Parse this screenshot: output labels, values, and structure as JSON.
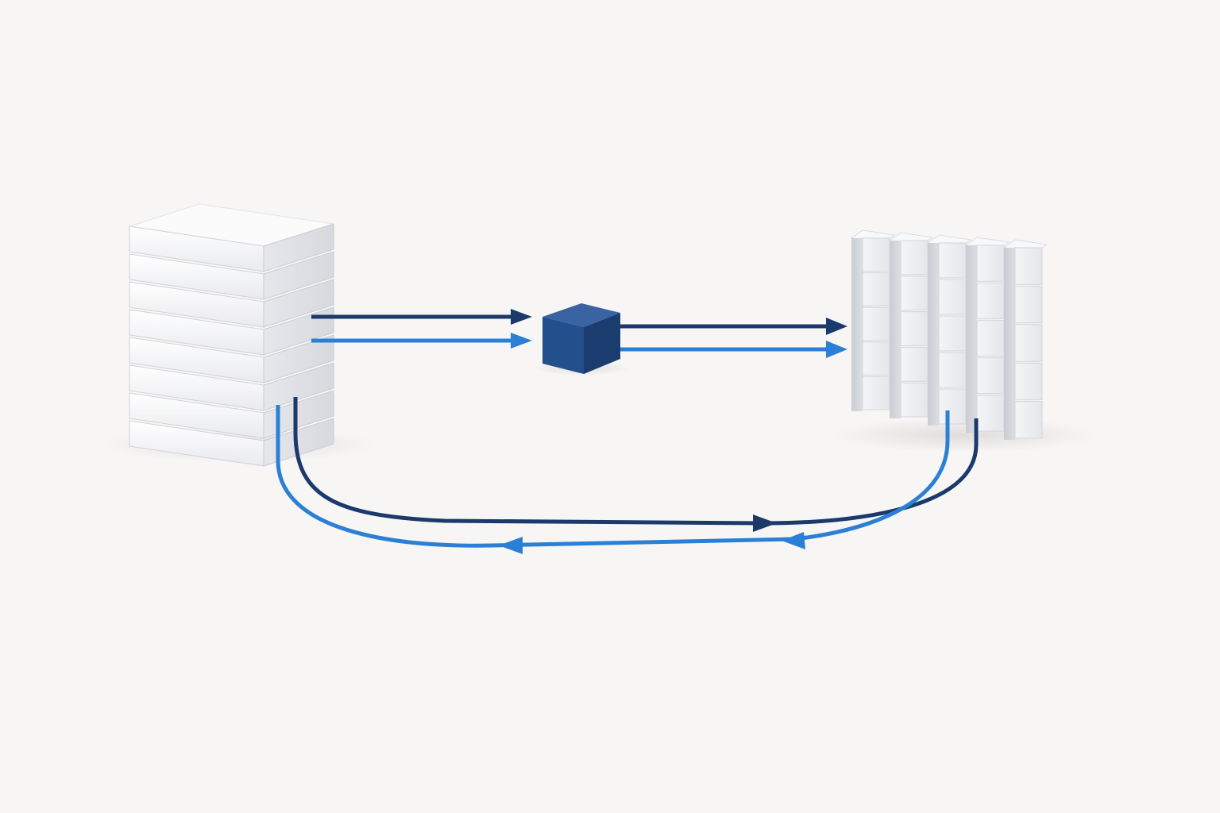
{
  "diagram": {
    "background": "#f8f6f5",
    "nodes": [
      {
        "id": "left-stack",
        "kind": "horizontal-layer-stack",
        "layers": 8,
        "color": "#f1f2f4"
      },
      {
        "id": "center-cube",
        "kind": "solid-cube",
        "color": "#1f4a85"
      },
      {
        "id": "right-stack",
        "kind": "vertical-column-grid",
        "columns": 5,
        "rows": 5,
        "color": "#eeeff2"
      }
    ],
    "edges": [
      {
        "from": "left-stack",
        "to": "center-cube",
        "style": "straight",
        "color": "#1b3a6b",
        "direction": "forward"
      },
      {
        "from": "left-stack",
        "to": "center-cube",
        "style": "straight",
        "color": "#2b7fd4",
        "direction": "forward"
      },
      {
        "from": "center-cube",
        "to": "right-stack",
        "style": "straight",
        "color": "#1b3a6b",
        "direction": "forward"
      },
      {
        "from": "center-cube",
        "to": "right-stack",
        "style": "straight",
        "color": "#2b7fd4",
        "direction": "forward"
      },
      {
        "from": "left-stack",
        "to": "right-stack",
        "style": "curved",
        "color": "#1b3a6b",
        "direction": "forward"
      },
      {
        "from": "right-stack",
        "to": "left-stack",
        "style": "curved",
        "color": "#2b7fd4",
        "direction": "return"
      }
    ]
  }
}
